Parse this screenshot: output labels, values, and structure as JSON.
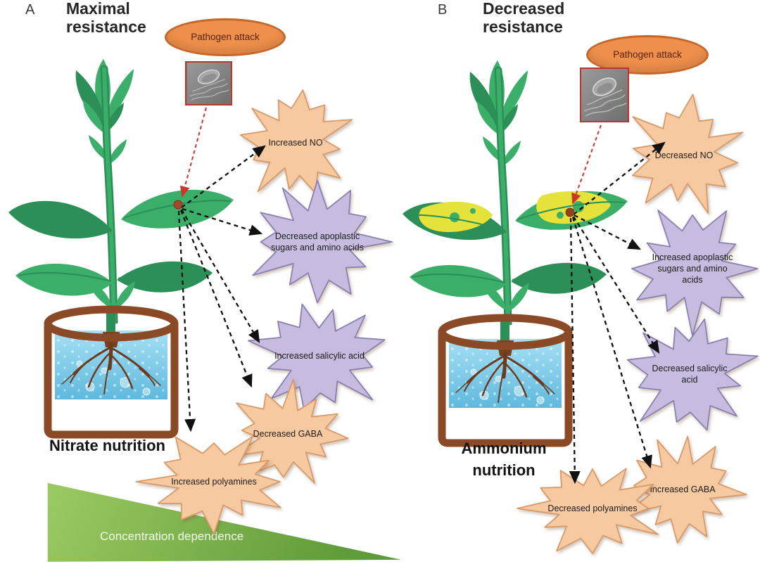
{
  "figure": {
    "panel_a": {
      "label": "A",
      "title": "Maximal resistance",
      "pathogen_label": "Pathogen attack",
      "nutrition_label": "Nitrate nutrition",
      "bursts": [
        {
          "text": "Increased NO",
          "color": "orange"
        },
        {
          "text": "Decreased apoplastic sugars and amino acids",
          "color": "purple"
        },
        {
          "text": "Increased salicylic acid",
          "color": "purple"
        },
        {
          "text": "Decreased GABA",
          "color": "orange"
        },
        {
          "text": "Increased polyamines",
          "color": "orange"
        }
      ]
    },
    "panel_b": {
      "label": "B",
      "title": "Decreased resistance",
      "pathogen_label": "Pathogen attack",
      "nutrition_label": "Ammonium nutrition",
      "bursts": [
        {
          "text": "Decreased NO",
          "color": "orange"
        },
        {
          "text": "Increased apoplastic sugars and amino acids",
          "color": "purple"
        },
        {
          "text": "Decreased salicylic acid",
          "color": "purple"
        },
        {
          "text": "Increased GABA",
          "color": "orange"
        },
        {
          "text": "Decreased polyamines",
          "color": "orange"
        }
      ]
    },
    "gradient_bar_label": "Concentration dependence"
  },
  "palette": {
    "orange_fill": "#F7C9A1",
    "orange_stroke": "#D99A69",
    "purple_fill": "#C7BCE0",
    "purple_stroke": "#8A80B0",
    "oval_fill": "#EE8F4C",
    "oval_stroke": "#C4672B",
    "triangle_green_light": "#9DCB63",
    "triangle_green_dark": "#5F9B38",
    "arrow_black": "#111111",
    "arrow_red": "#C9392B",
    "pot_brown": "#8A4A26",
    "root_brown": "#6B3A20",
    "water_blue": "#74C6E6",
    "leaf_green": "#3BAE6A",
    "leaf_green_dark": "#2B8F57",
    "diseased_yellow": "#E4E23B",
    "infection_dot": "#A3492A"
  }
}
